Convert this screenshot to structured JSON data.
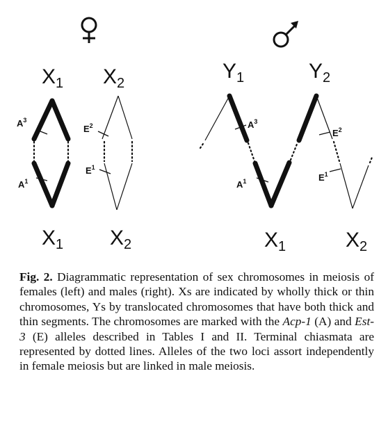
{
  "figure": {
    "female_symbol": "♀",
    "male_symbol": "♂",
    "chromosome_labels": {
      "X": "X",
      "Y": "Y",
      "sub1": "1",
      "sub2": "2"
    },
    "alleles": {
      "A": "A",
      "E": "E",
      "sup1": "1",
      "sup2": "2",
      "sup3": "3"
    }
  },
  "caption": {
    "fig_label": "Fig. 2.",
    "text_1": " Diagrammatic representation of sex chromosomes in meiosis of females (left) and males (right). Xs are indicated by wholly thick or thin chromosomes, Ys by translocated chromosomes that have both thick and thin segments. The chromosomes are marked with the ",
    "gene_1": "Acp-1",
    "text_2": " (A) and ",
    "gene_2": "Est-3",
    "text_3": " (E) alleles described in Tables I and II. Terminal chiasmata are represented by dotted lines. Alleles of the two loci assort independently in female meiosis but are linked in male meiosis."
  }
}
